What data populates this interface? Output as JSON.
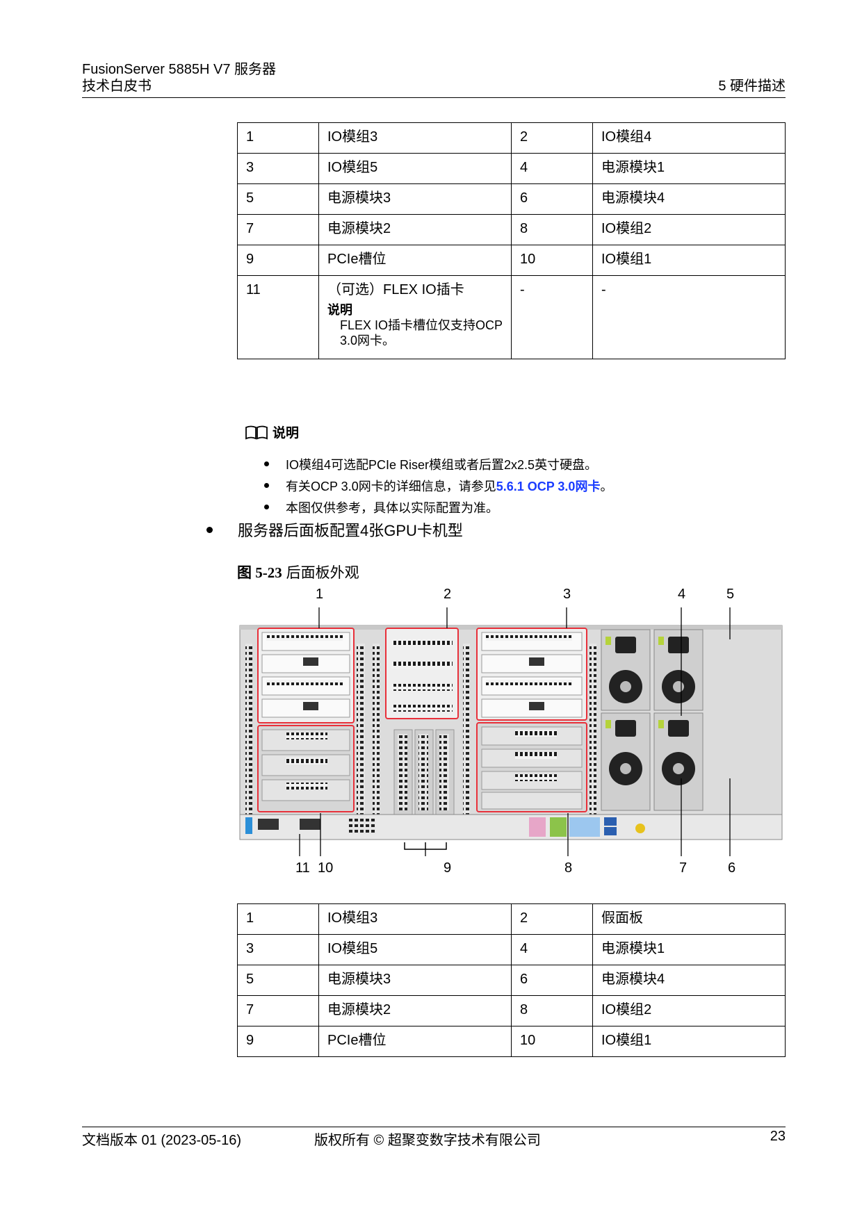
{
  "header": {
    "product": "FusionServer 5885H V7 服务器",
    "doc_title": "技术白皮书",
    "chapter": "5 硬件描述"
  },
  "table1": {
    "rows": [
      [
        "1",
        "IO模组3",
        "2",
        "IO模组4"
      ],
      [
        "3",
        "IO模组5",
        "4",
        "电源模块1"
      ],
      [
        "5",
        "电源模块3",
        "6",
        "电源模块4"
      ],
      [
        "7",
        "电源模块2",
        "8",
        "IO模组2"
      ],
      [
        "9",
        "PCIe槽位",
        "10",
        "IO模组1"
      ]
    ],
    "last_row": {
      "num": "11",
      "name": "（可选）FLEX IO插卡",
      "note_label": "说明",
      "note_text": "FLEX IO插卡槽位仅支持OCP 3.0网卡。",
      "c3": "-",
      "c4": "-"
    }
  },
  "note": {
    "title": "说明",
    "icon": "book-icon",
    "items": [
      {
        "text": "IO模组4可选配PCIe Riser模组或者后置2x2.5英寸硬盘。"
      },
      {
        "text_before": "有关OCP 3.0网卡的详细信息，请参见",
        "link": "5.6.1 OCP 3.0网卡",
        "text_after": "。"
      },
      {
        "text": "本图仅供参考，具体以实际配置为准。"
      }
    ]
  },
  "main_bullet": "服务器后面板配置4张GPU卡机型",
  "figure": {
    "label": "图 5-23",
    "caption": "后面板外观",
    "top_callouts": [
      "1",
      "2",
      "3",
      "4",
      "5"
    ],
    "bottom_callouts": [
      "11",
      "10",
      "9",
      "8",
      "7",
      "6"
    ],
    "highlight_color": "#e8303a"
  },
  "table2": {
    "rows": [
      [
        "1",
        "IO模组3",
        "2",
        "假面板"
      ],
      [
        "3",
        "IO模组5",
        "4",
        "电源模块1"
      ],
      [
        "5",
        "电源模块3",
        "6",
        "电源模块4"
      ],
      [
        "7",
        "电源模块2",
        "8",
        "IO模组2"
      ],
      [
        "9",
        "PCIe槽位",
        "10",
        "IO模组1"
      ]
    ]
  },
  "footer": {
    "version": "文档版本 01 (2023-05-16)",
    "copyright": "版权所有 © 超聚变数字技术有限公司",
    "page": "23"
  }
}
